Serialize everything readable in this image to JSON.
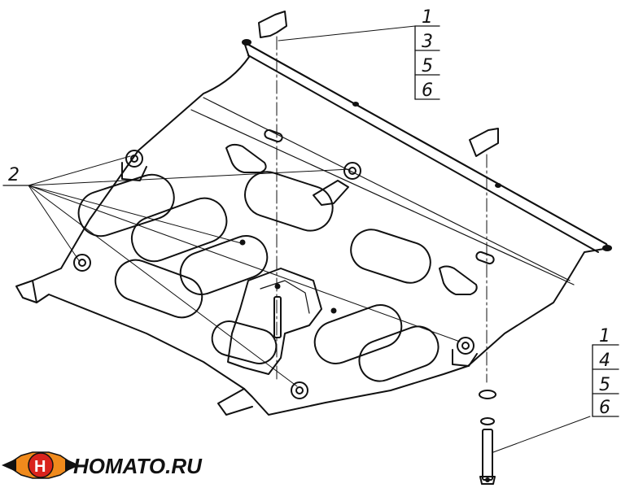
{
  "callouts": {
    "top_stack": [
      "1",
      "3",
      "5",
      "6"
    ],
    "bottom_stack": [
      "1",
      "4",
      "5",
      "6"
    ],
    "left_label": "2"
  },
  "logo": {
    "text": "HOMATO.RU",
    "icon": "wrench-h-logo-icon",
    "colors": {
      "red": "#d9231c",
      "orange": "#f08a1c",
      "dark": "#111111"
    }
  }
}
